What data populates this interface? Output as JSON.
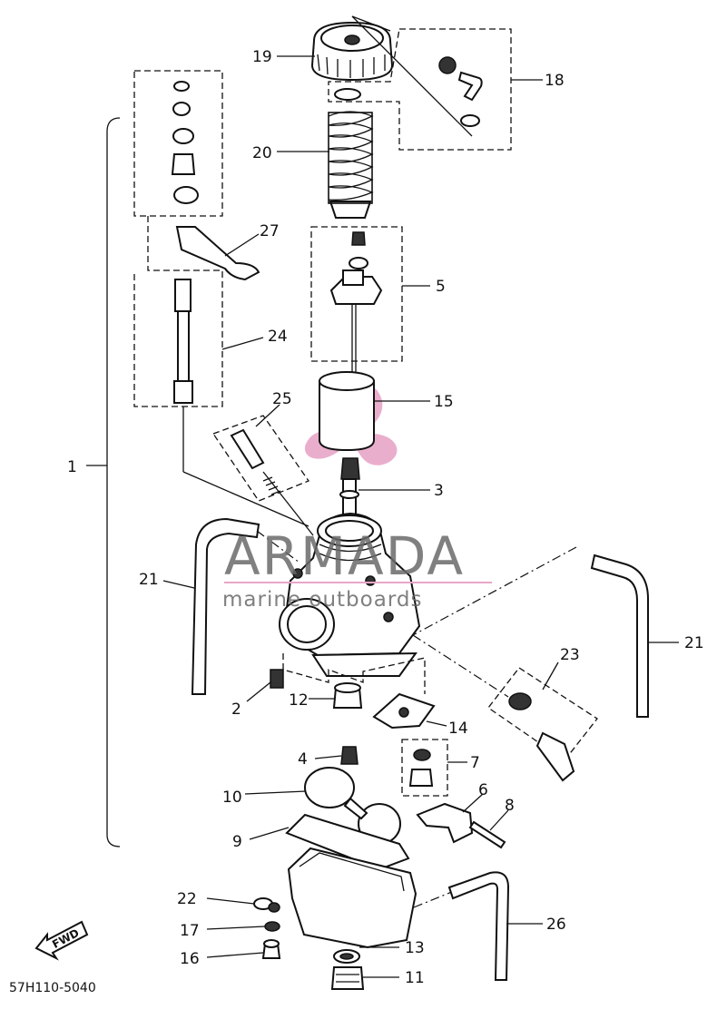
{
  "diagram": {
    "code": "57H110-5040",
    "fwd_label": "FWD",
    "watermark": {
      "brand": "ARMADA",
      "tagline": "marine outboards",
      "brand_color": "#6a6a6a",
      "logo_color": "#e8a6c8"
    },
    "callouts": {
      "c1": "1",
      "c2": "2",
      "c3": "3",
      "c4": "4",
      "c5": "5",
      "c6": "6",
      "c7": "7",
      "c8": "8",
      "c9": "9",
      "c10": "10",
      "c11": "11",
      "c12": "12",
      "c13": "13",
      "c14": "14",
      "c15": "15",
      "c16": "16",
      "c17": "17",
      "c18": "18",
      "c19": "19",
      "c20": "20",
      "c21a": "21",
      "c21b": "21",
      "c22": "22",
      "c23": "23",
      "c24": "24",
      "c25": "25",
      "c26": "26",
      "c27": "27"
    }
  }
}
